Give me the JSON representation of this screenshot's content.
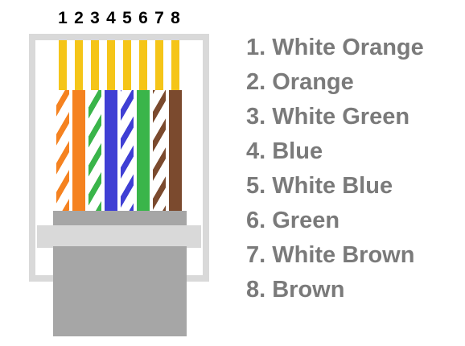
{
  "connector": {
    "shell_color": "#d9d9d9",
    "cable_color": "#a6a6a6",
    "contact_color": "#f5c518"
  },
  "pins": [
    {
      "number": "1",
      "label": "1. White Orange",
      "color": "#f58220",
      "striped": true
    },
    {
      "number": "2",
      "label": "2. Orange",
      "color": "#f58220",
      "striped": false
    },
    {
      "number": "3",
      "label": "3. White Green",
      "color": "#3ab54a",
      "striped": true
    },
    {
      "number": "4",
      "label": "4. Blue",
      "color": "#3f3fd4",
      "striped": false
    },
    {
      "number": "5",
      "label": "5. White Blue",
      "color": "#3f3fd4",
      "striped": true
    },
    {
      "number": "6",
      "label": "6. Green",
      "color": "#3ab54a",
      "striped": false
    },
    {
      "number": "7",
      "label": "7. White Brown",
      "color": "#7b4a2e",
      "striped": true
    },
    {
      "number": "8",
      "label": "8. Brown",
      "color": "#7b4a2e",
      "striped": false
    }
  ]
}
